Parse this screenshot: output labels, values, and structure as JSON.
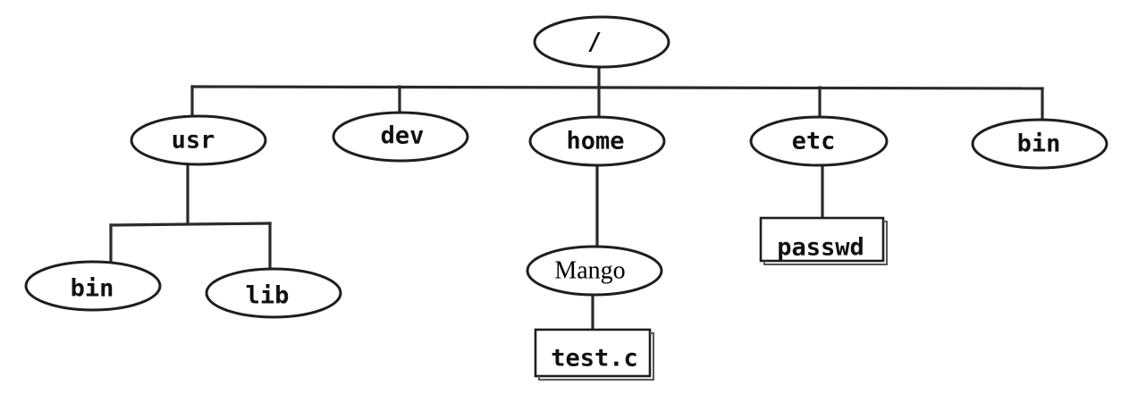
{
  "tree": {
    "root": {
      "label": "/"
    },
    "level1": [
      {
        "id": "usr",
        "label": "usr",
        "type": "directory"
      },
      {
        "id": "dev",
        "label": "dev",
        "type": "directory"
      },
      {
        "id": "home",
        "label": "home",
        "type": "directory"
      },
      {
        "id": "etc",
        "label": "etc",
        "type": "directory"
      },
      {
        "id": "bin",
        "label": "bin",
        "type": "directory"
      }
    ],
    "usr_children": [
      {
        "id": "usr-bin",
        "label": "bin",
        "type": "directory"
      },
      {
        "id": "usr-lib",
        "label": "lib",
        "type": "directory"
      }
    ],
    "home_children": [
      {
        "id": "home-mango",
        "label": "Mango",
        "type": "directory"
      }
    ],
    "mango_children": [
      {
        "id": "test-c",
        "label": "test.c",
        "type": "file"
      }
    ],
    "etc_children": [
      {
        "id": "passwd",
        "label": "passwd",
        "type": "file"
      }
    ]
  }
}
